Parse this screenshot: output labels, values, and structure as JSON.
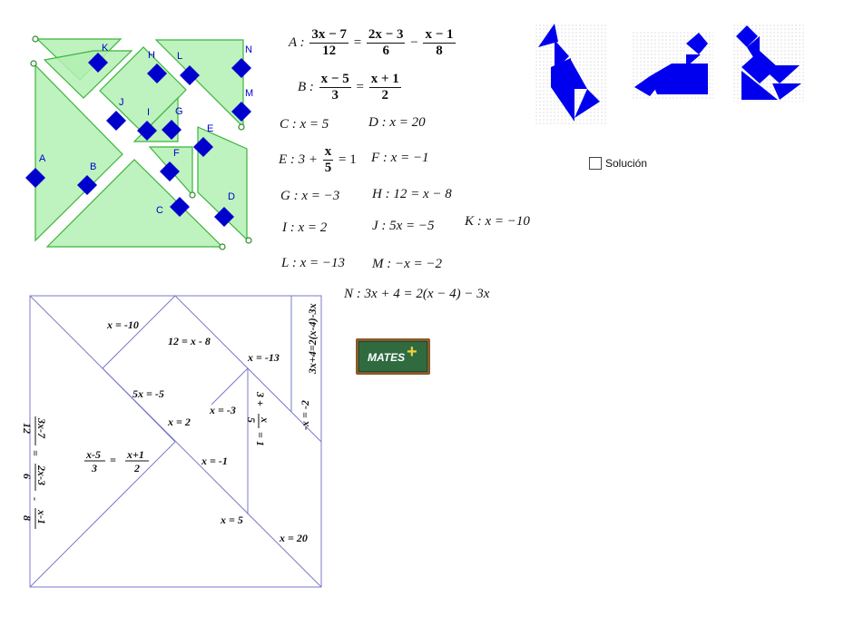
{
  "tangram": {
    "labels": [
      "A",
      "B",
      "C",
      "D",
      "E",
      "F",
      "G",
      "H",
      "I",
      "J",
      "K",
      "L",
      "M",
      "N"
    ]
  },
  "equations": {
    "A": {
      "prefix": "A :",
      "n1": "3x − 7",
      "d1": "12",
      "eq": "=",
      "n2": "2x − 3",
      "d2": "6",
      "minus": "−",
      "n3": "x − 1",
      "d3": "8"
    },
    "B": {
      "prefix": "B :",
      "n1": "x − 5",
      "d1": "3",
      "eq": "=",
      "n2": "x + 1",
      "d2": "2"
    },
    "C": "C : x = 5",
    "D": "D : x = 20",
    "E": {
      "prefix": "E : 3 +",
      "n": "x",
      "d": "5",
      "suffix": "= 1"
    },
    "F": "F : x = −1",
    "G": "G : x = −3",
    "H": "H : 12 = x − 8",
    "I": "I : x = 2",
    "J": "J : 5x = −5",
    "K": "K : x = −10",
    "L": "L : x = −13",
    "M": "M : −x = −2",
    "N": "N : 3x + 4 = 2(x − 4) − 3x"
  },
  "square_labels": {
    "x_neg10": "x = -10",
    "twelve": "12 = x - 8",
    "x_neg13": "x = -13",
    "vert_right": "3x+4=2(x-4)-3x",
    "fivex": "5x = -5",
    "x_2": "x = 2",
    "x_neg3": "x = -3",
    "e_top": "3 +",
    "e_num": "x",
    "e_den": "5",
    "e_eq": "= 1",
    "neg_x": "-x = -2",
    "b_n1": "x-5",
    "b_d1": "3",
    "b_eq": "=",
    "b_n2": "x+1",
    "b_d2": "2",
    "x_neg1": "x = -1",
    "a_n1": "3x-7",
    "a_d1": "12",
    "a_eq": "=",
    "a_n2": "2x-3",
    "a_d2": "6",
    "a_minus": "-",
    "a_n3": "x-1",
    "a_d3": "8",
    "x_5": "x = 5",
    "x_20": "x = 20"
  },
  "solution_checkbox": {
    "label": "Solución",
    "checked": false
  },
  "logo": {
    "text": "MATES",
    "plus": "+"
  },
  "colors": {
    "piece_fill": "#b3f0b3",
    "piece_stroke": "#3cb43c",
    "marker": "#0000cc",
    "figure": "#0000ee",
    "grid_line": "#7a7acb"
  }
}
